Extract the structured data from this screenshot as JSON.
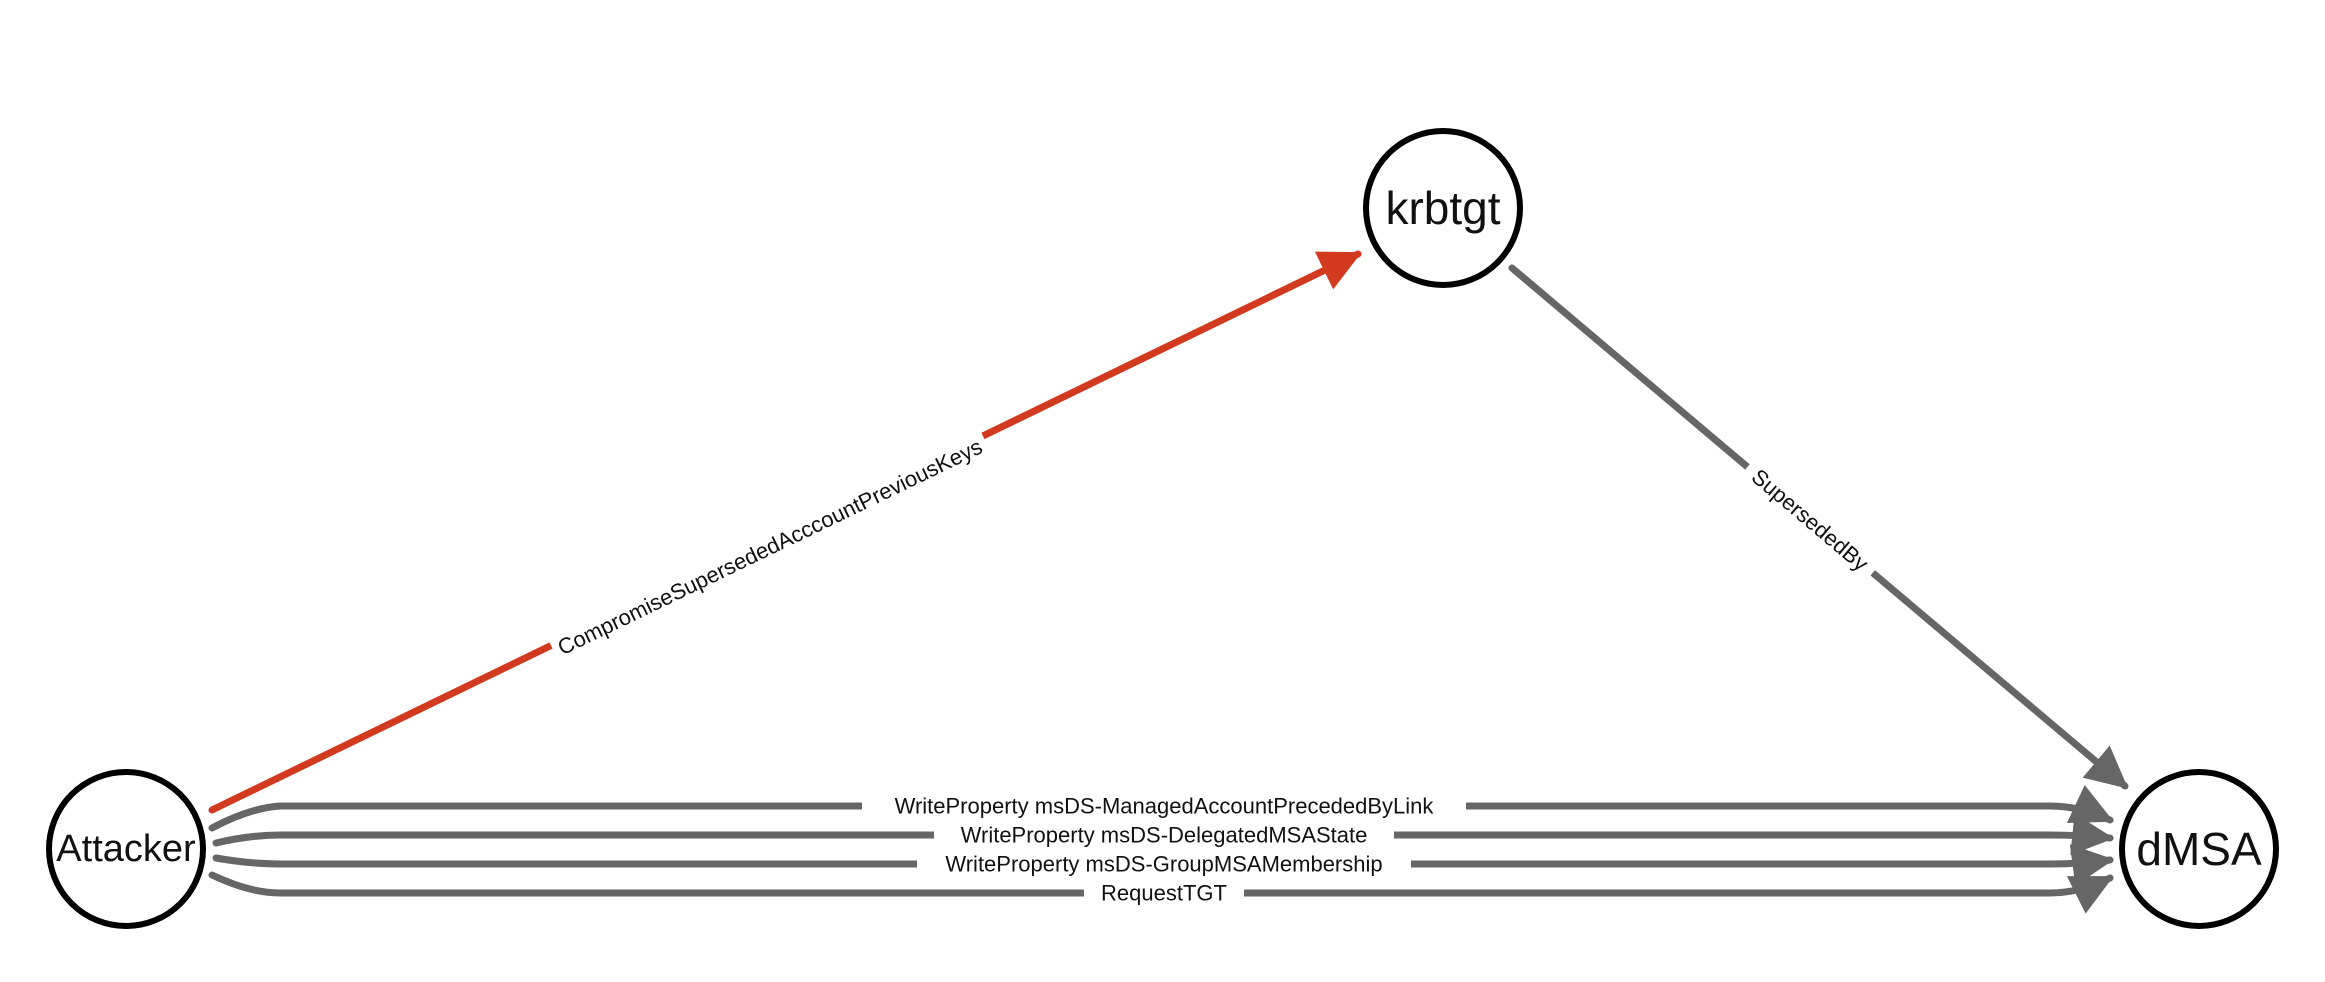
{
  "graph": {
    "nodes": [
      {
        "id": "attacker",
        "label": "Attacker"
      },
      {
        "id": "krbtgt",
        "label": "krbtgt"
      },
      {
        "id": "dmsa",
        "label": "dMSA"
      }
    ],
    "edges": [
      {
        "id": "compromise",
        "from": "Attacker",
        "to": "krbtgt",
        "label": "CompromiseSupersededAcccountPreviousKeys",
        "color": "#d13a1e"
      },
      {
        "id": "superseded",
        "from": "krbtgt",
        "to": "dMSA",
        "label": "SupersededBy",
        "color": "#666666"
      },
      {
        "id": "write-preceded",
        "from": "Attacker",
        "to": "dMSA",
        "label": "WriteProperty msDS-ManagedAccountPrecededByLink",
        "color": "#666666"
      },
      {
        "id": "write-state",
        "from": "Attacker",
        "to": "dMSA",
        "label": "WriteProperty msDS-DelegatedMSAState",
        "color": "#666666"
      },
      {
        "id": "write-membership",
        "from": "Attacker",
        "to": "dMSA",
        "label": "WriteProperty msDS-GroupMSAMembership",
        "color": "#666666"
      },
      {
        "id": "request-tgt",
        "from": "Attacker",
        "to": "dMSA",
        "label": "RequestTGT",
        "color": "#666666"
      }
    ]
  }
}
